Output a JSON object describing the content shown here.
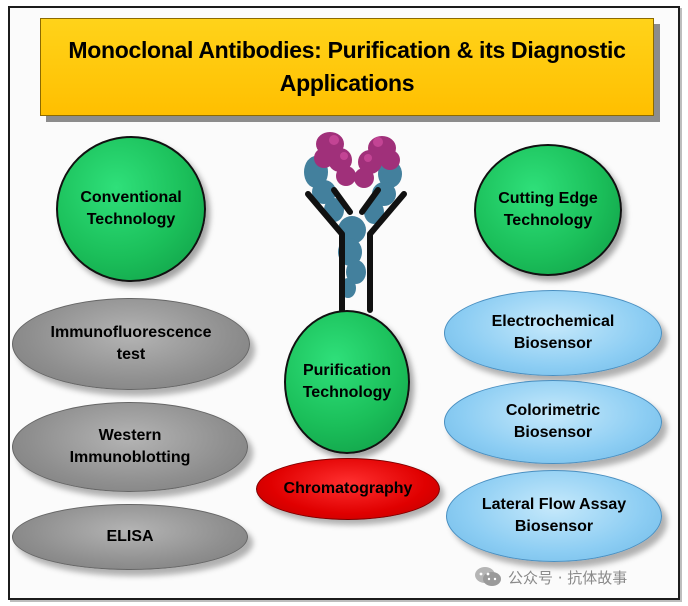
{
  "title": {
    "line1": "Monoclonal Antibodies: Purification & its Diagnostic",
    "line2": "Applications"
  },
  "conventional": {
    "label_line1": "Conventional",
    "label_line2": "Technology",
    "items": [
      {
        "line1": "Immunofluorescence",
        "line2": "test"
      },
      {
        "line1": "Western",
        "line2": "Immunoblotting"
      },
      {
        "line1": "ELISA",
        "line2": ""
      }
    ]
  },
  "purification": {
    "label_line1": "Purification",
    "label_line2": "Technology",
    "items": [
      {
        "line1": "Chromatography"
      }
    ]
  },
  "cutting_edge": {
    "label_line1": "Cutting Edge",
    "label_line2": "Technology",
    "items": [
      {
        "line1": "Electrochemical",
        "line2": "Biosensor"
      },
      {
        "line1": "Colorimetric",
        "line2": "Biosensor"
      },
      {
        "line1": "Lateral  Flow Assay",
        "line2": "Biosensor"
      }
    ]
  },
  "watermark": {
    "text": "公众号 · 抗体故事",
    "icon": "wechat-icon"
  },
  "colors": {
    "title_fill": "#ffc000",
    "category_fill": "#1bbf5a",
    "conventional_fill": "#8f8f8f",
    "cutting_edge_fill": "#8ccdf3",
    "chromatography_fill": "#e00000",
    "antibody_heavy": "#3a7a98",
    "antibody_light": "#a0307a",
    "antibody_outline": "#111111"
  },
  "antibody_image": {
    "icon": "antibody-icon"
  }
}
